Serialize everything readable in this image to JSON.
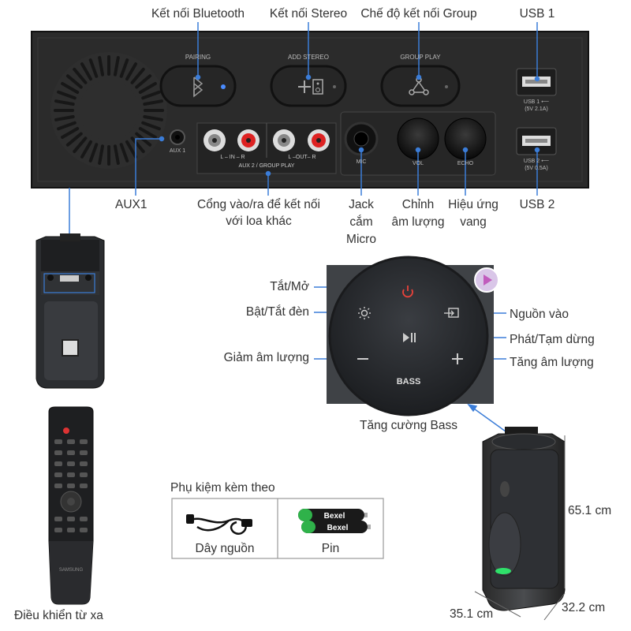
{
  "top_panel": {
    "pairing_label": "PAIRING",
    "add_stereo_label": "ADD STEREO",
    "group_play_label": "GROUP PLAY",
    "aux1_label": "AUX 1",
    "in_label": "L – IN – R",
    "out_label": "L –OUT– R",
    "aux2_label": "AUX 2 / GROUP PLAY",
    "mic_label": "MIC",
    "vol_label": "VOL",
    "echo_label": "ECHO",
    "usb1_label": "USB 1 ⟵",
    "usb1_spec": "(5V 2.1A)",
    "usb2_label": "USB 2 ⟵",
    "usb2_spec": "(5V 0.5A)"
  },
  "callouts_top": {
    "bluetooth": "Kết nối Bluetooth",
    "stereo": "Kết nối Stereo",
    "group": "Chế độ kết nối Group",
    "usb1": "USB 1"
  },
  "callouts_bottom": {
    "aux1": "AUX1",
    "aux2_line1": "Cổng vào/ra để kết nối",
    "aux2_line2": "với loa khác",
    "mic_line1": "Jack",
    "mic_line2": "cắm",
    "mic_line3": "Micro",
    "vol_line1": "Chỉnh",
    "vol_line2": "âm lượng",
    "echo_line1": "Hiệu ứng",
    "echo_line2": "vang",
    "usb2": "USB 2"
  },
  "control_panel": {
    "bass_label": "BASS",
    "power": "Tắt/Mở",
    "light": "Bật/Tắt đèn",
    "volume_down": "Giảm âm lượng",
    "source": "Nguồn vào",
    "play_pause": "Phát/Tạm dừng",
    "volume_up": "Tăng âm lượng",
    "bass_boost": "Tăng cường Bass"
  },
  "accessories": {
    "title": "Phụ kiệm kèm theo",
    "power_cable": "Dây nguồn",
    "battery": "Pin",
    "battery_brand": "Bexel"
  },
  "remote": {
    "caption": "Điều khiển từ xa",
    "brand": "SAMSUNG"
  },
  "dimensions": {
    "height": "65.1 cm",
    "width": "35.1 cm",
    "depth": "32.2 cm"
  },
  "colors": {
    "panel": "#2b2b2b",
    "panel_edge": "#1a1a1a",
    "line": "#3b7dd8",
    "text": "#333333",
    "power_red": "#e8423a",
    "bt_blue": "#4a8cff",
    "led_green": "#2fe06a"
  }
}
